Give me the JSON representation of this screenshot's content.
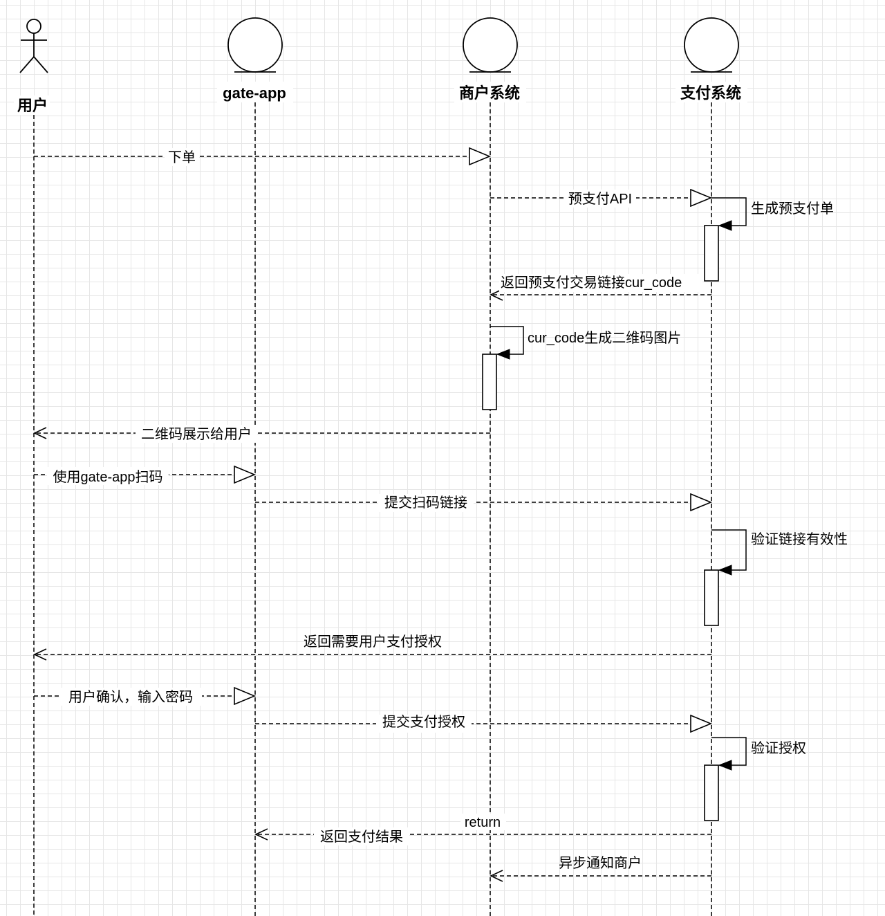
{
  "participants": [
    {
      "id": "user",
      "label": "用户",
      "kind": "actor"
    },
    {
      "id": "gate",
      "label": "gate-app",
      "kind": "entity"
    },
    {
      "id": "merchant",
      "label": "商户系统",
      "kind": "entity"
    },
    {
      "id": "pay",
      "label": "支付系统",
      "kind": "entity"
    }
  ],
  "messages": [
    {
      "label": "下单"
    },
    {
      "label": "预支付API"
    },
    {
      "label": "生成预支付单"
    },
    {
      "label": "返回预支付交易链接cur_code"
    },
    {
      "label": "cur_code生成二维码图片"
    },
    {
      "label": "二维码展示给用户"
    },
    {
      "label": "使用gate-app扫码"
    },
    {
      "label": "提交扫码链接"
    },
    {
      "label": "验证链接有效性"
    },
    {
      "label": "返回需要用户支付授权"
    },
    {
      "label": "用户确认，输入密码"
    },
    {
      "label": "提交支付授权"
    },
    {
      "label": "验证授权"
    },
    {
      "label": "返回支付结果"
    },
    {
      "label": "异步通知商户"
    }
  ],
  "return_label": "return"
}
